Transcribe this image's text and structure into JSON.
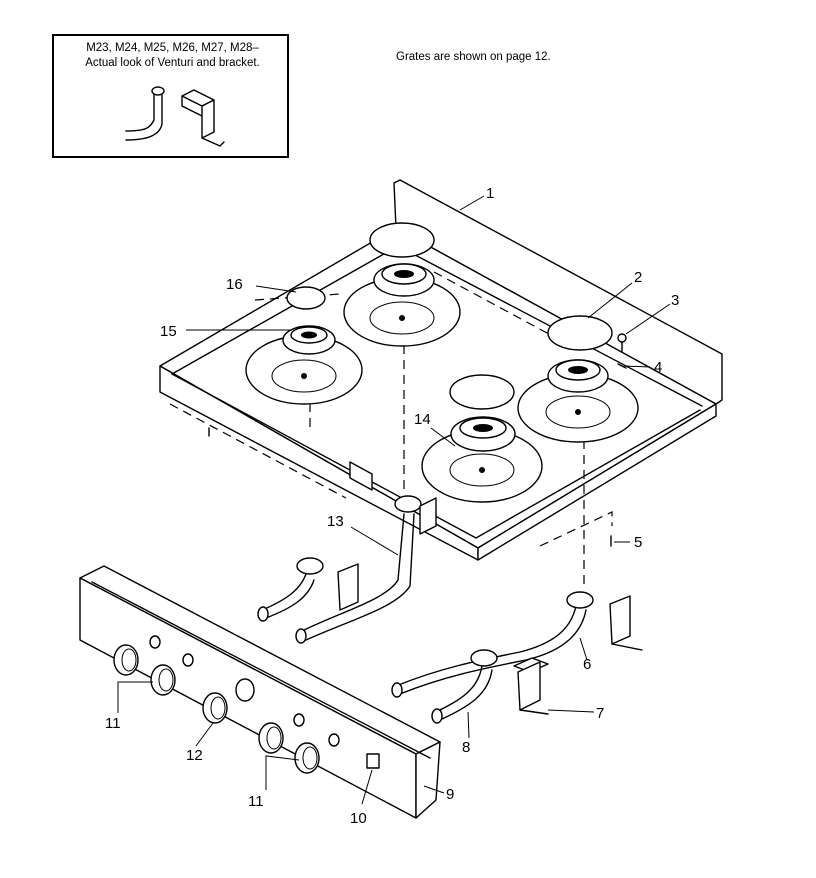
{
  "note": {
    "line1": "M23, M24, M25, M26, M27, M28–",
    "line2": "Actual look of Venturi and bracket."
  },
  "grates_note": "Grates are shown on page 12.",
  "callouts": {
    "c1": "1",
    "c2": "2",
    "c3": "3",
    "c4": "4",
    "c5": "5",
    "c6": "6",
    "c7": "7",
    "c8": "8",
    "c9": "9",
    "c10": "10",
    "c11a": "11",
    "c11b": "11",
    "c12": "12",
    "c13": "13",
    "c14": "14",
    "c15": "15",
    "c16": "16"
  }
}
